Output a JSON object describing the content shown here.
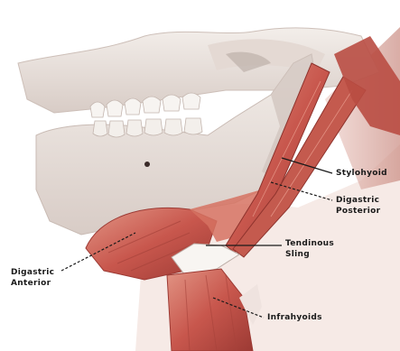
{
  "labels": {
    "stylohyoid": "Stylohyoid",
    "digastric_posterior": [
      "Digastric",
      "Posterior"
    ],
    "tendinous_sling": [
      "Tendinous",
      "Sling"
    ],
    "digastric_anterior": [
      "Digastric",
      "Anterior"
    ],
    "infrahyoids": "Infrahyoids"
  },
  "colors": {
    "bone": "#ece6e1",
    "bone_shadow": "#cfc2bc",
    "muscle": "#c8574d",
    "muscle_dark": "#9c3a34",
    "muscle_light": "#e08d80",
    "skin_tint": "#d9a59c",
    "tooth": "#f7f4f1",
    "leader": "#1a1a1a"
  }
}
